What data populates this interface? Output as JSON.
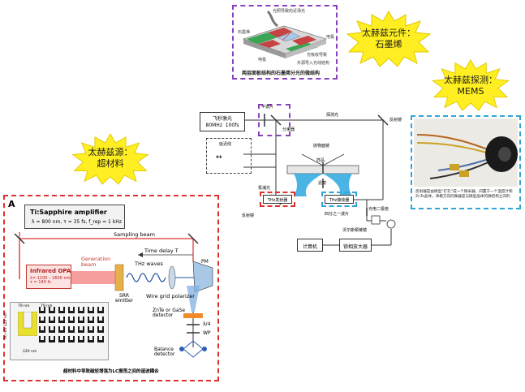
{
  "graphene_panel": {
    "caption": "两层面板结构的石墨烯分光的微结构",
    "labels": [
      "光照导致的近场光",
      "石墨烯",
      "电极",
      "电极",
      "光吸收导致",
      "外源导入光线结构"
    ]
  },
  "callouts": {
    "element": "太赫兹元件：\n石墨烯",
    "detector": "太赫兹探测：\nMEMS",
    "source": "太赫兹源：\n超材料"
  },
  "setup": {
    "laser": "飞秒激光\n80MHz  100fs",
    "half_wave": "半波片",
    "probe_beam": "探测光",
    "splitter": "分束器",
    "mirror_right": "反射镜",
    "delay_line": "延迟线",
    "parabolic": "抛物面镜",
    "sample": "样品",
    "filter": "滤镜",
    "pump_beam": "泵浦光",
    "thz_emitter": "THz发射器",
    "thz_detector": "THz接收器",
    "mirror_left": "反射镜",
    "quarter_wave": "四分之一波片",
    "photodiode": "光电二极管",
    "wollaston": "沃尔斯顿棱镜",
    "computer": "计算机",
    "lockin": "锁相放大器"
  },
  "mems_caption": "反射器是由微型“打孔”成一个微米器，间置于一个温度计和ZnTe晶体，单模方向的微器是与微型晶体的微结构之间的",
  "ti_sapphire": {
    "panel_letter": "A",
    "title": "Ti:Sapphire amplifier",
    "params": "λ = 800 nm, τ = 35 fs, f_rep = 1 kHz",
    "sampling_beam": "Sampling beam",
    "time_delay": "Time delay T",
    "generation_beam": "Generation\nbeam",
    "opa_title": "Infrared OPA",
    "opa_params": "λ= 1100 – 2600 nm\nτ = 140 fs",
    "thz_waves": "THz waves",
    "pm": "PM",
    "srr_emitter": "SRR\nemitter",
    "wire_grid": "Wire grid polarizer",
    "znte": "ZnTe or GaSe\ndetector",
    "quarter_wp": "λ/4",
    "wp": "WP",
    "balance": "Balance\ndetector",
    "dim_79a": "79 nm",
    "dim_79b": "79 nm",
    "dim_side": "90 nm  122 nm",
    "dim_220": "220 nm",
    "caption": "超材料中导致磁矩增强为LC振荡之间的谐波耦合"
  },
  "colors": {
    "purple": "#8a3fbf",
    "red": "#e03030",
    "blue": "#2fa6d8",
    "burst": "#ffee22",
    "thz_blue": "#2aa8e0"
  }
}
